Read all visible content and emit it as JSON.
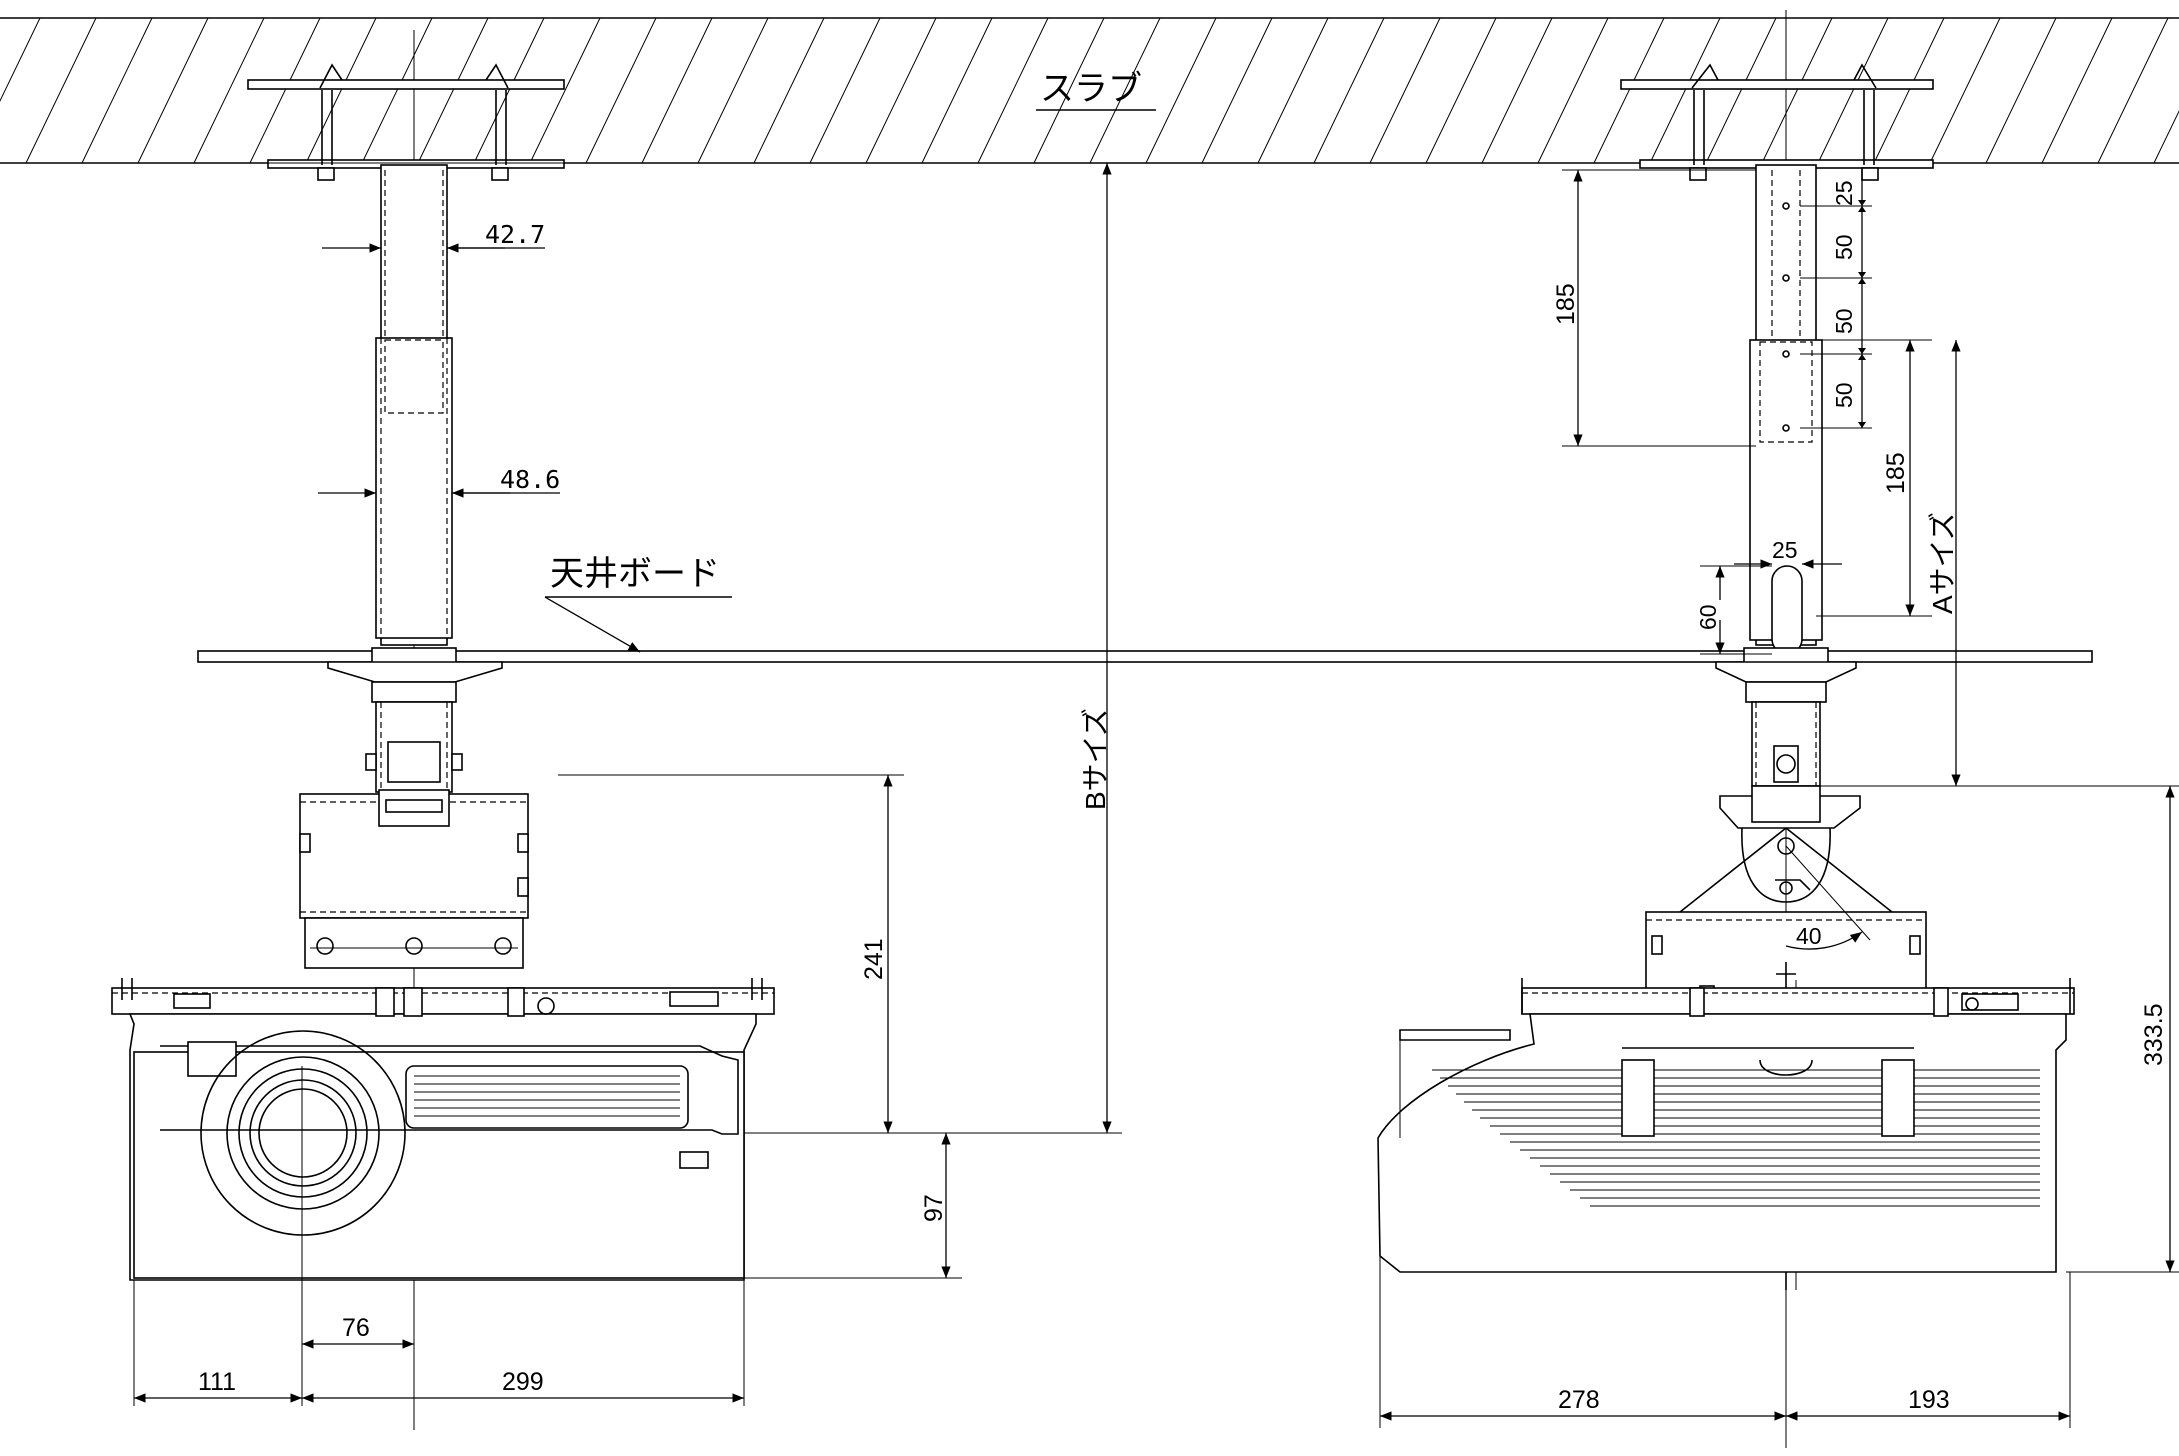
{
  "labels": {
    "slab": "スラブ",
    "ceiling_board": "天井ボード",
    "b_size": "Bサイズ",
    "a_size": "Aサイズ"
  },
  "dimensions": {
    "pipe_outer_42": "42.7",
    "pipe_outer_48": "48.6",
    "height_241": "241",
    "height_97": "97",
    "width_76": "76",
    "width_111": "111",
    "width_299": "299",
    "hole_185_upper": "185",
    "hole_185_lower": "185",
    "pitch_25_top": "25",
    "pitch_50_a": "50",
    "pitch_50_b": "50",
    "pitch_50_c": "50",
    "slot_25": "25",
    "slot_60": "60",
    "angle_40": "40",
    "height_333": "333.5",
    "depth_278": "278",
    "depth_193": "193"
  }
}
